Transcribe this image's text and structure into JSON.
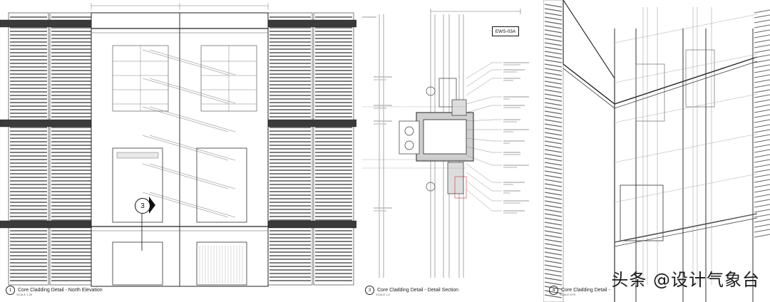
{
  "panels": [
    {
      "number": "1",
      "title": "Core Cladding Detail - North Elevation",
      "scale": "SCALE 1:25"
    },
    {
      "number": "3",
      "title": "Core Cladding Detail - Detail Section",
      "scale": "SCALE 1:2"
    },
    {
      "number": "4",
      "title": "Core Cladding Detail - ",
      "scale": "SCALE NTS"
    }
  ],
  "section_tag": "EWS-03A",
  "callout_bubble": "3",
  "watermark": "头条 @设计气象台"
}
